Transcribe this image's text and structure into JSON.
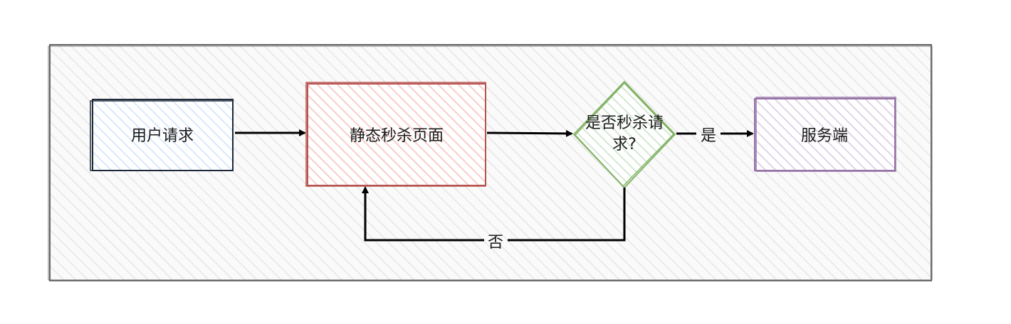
{
  "nodes": {
    "user_request": {
      "label": "用户请求",
      "fill": "#dae8fc",
      "stroke": "#1f2a3a"
    },
    "static_page": {
      "label": "静态秒杀页面",
      "fill": "#f8cecc",
      "stroke": "#b85450"
    },
    "decision": {
      "label_line1": "是否秒杀请",
      "label_line2": "求?",
      "fill": "#d5e8d4",
      "stroke": "#82b366"
    },
    "server": {
      "label": "服务端",
      "fill": "#e1d5e7",
      "stroke": "#9673a6"
    }
  },
  "edges": {
    "yes_label": "是",
    "no_label": "否"
  },
  "colors": {
    "container_fill": "#f5f5f5",
    "container_stroke": "#666666",
    "arrow": "#000000"
  }
}
